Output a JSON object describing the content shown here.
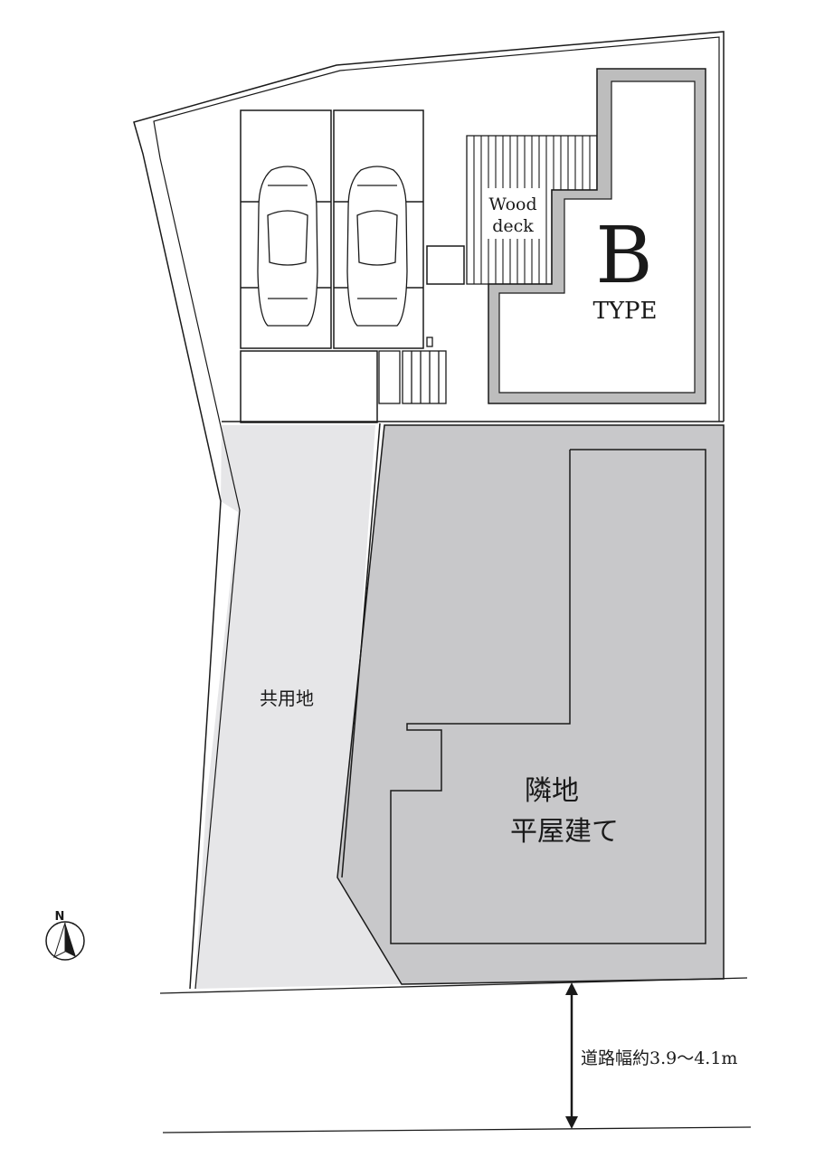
{
  "plan": {
    "wood_deck_label_line1": "Wood",
    "wood_deck_label_line2": "deck",
    "type_letter": "B",
    "type_word": "TYPE",
    "shared_land_label": "共用地",
    "neighbor_label_line1": "隣地",
    "neighbor_label_line2": "平屋建て",
    "road_width_label": "道路幅約3.9～4.1m",
    "compass_letter": "N"
  },
  "colors": {
    "shared_land_fill": "#e6e6e8",
    "neighbor_fill": "#c8c8ca",
    "house_outline": "#bdbdbd",
    "line": "#1a1a1a"
  }
}
